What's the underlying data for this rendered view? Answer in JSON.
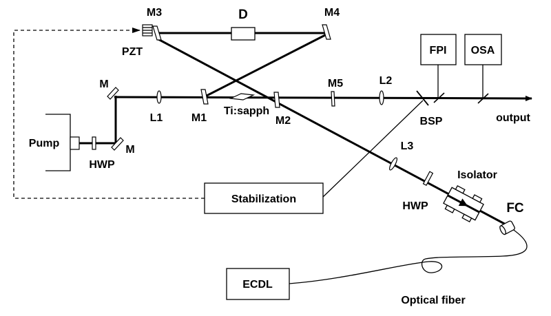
{
  "labels": {
    "m3": "M3",
    "d": "D",
    "m4": "M4",
    "pzt": "PZT",
    "fpi": "FPI",
    "osa": "OSA",
    "m_top": "M",
    "l1": "L1",
    "m1": "M1",
    "ti_sapph": "Ti:sapph",
    "m2": "M2",
    "m5": "M5",
    "l2": "L2",
    "bsp": "BSP",
    "output": "output",
    "pump": "Pump",
    "hwp_left": "HWP",
    "m_bottom": "M",
    "l3": "L3",
    "isolator": "Isolator",
    "stabilization": "Stabilization",
    "hwp_right": "HWP",
    "fc": "FC",
    "ecdl": "ECDL",
    "optical_fiber": "Optical fiber"
  }
}
